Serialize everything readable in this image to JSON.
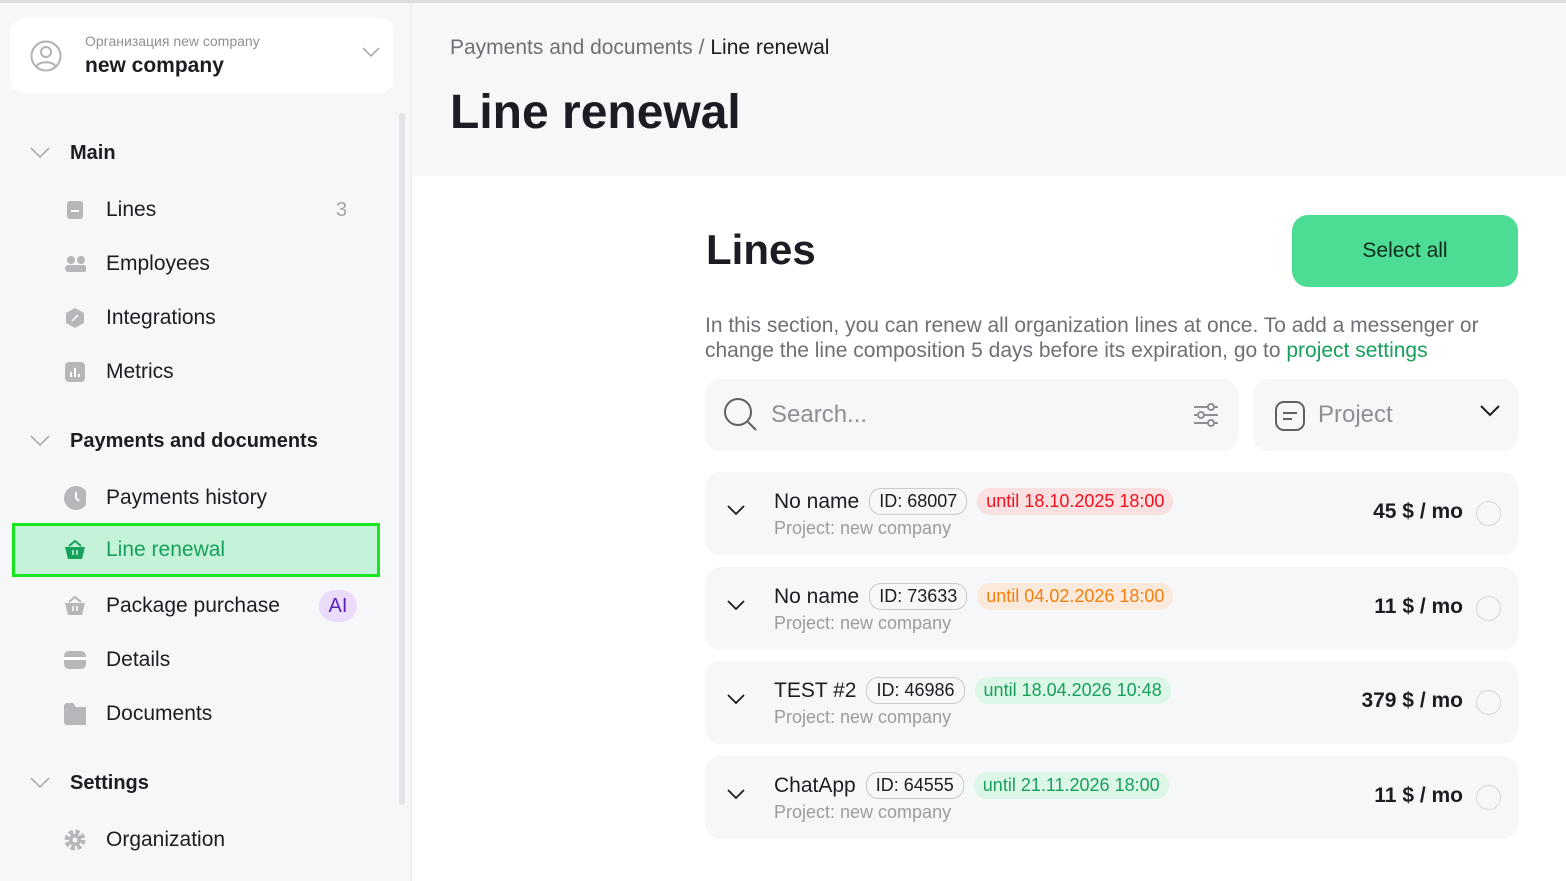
{
  "org": {
    "subtitle": "Организация new company",
    "name": "new company"
  },
  "sidebar": {
    "sections": [
      {
        "label": "Main"
      },
      {
        "label": "Payments and documents"
      },
      {
        "label": "Settings"
      }
    ],
    "items": [
      {
        "label": "Lines",
        "count": "3",
        "icon": "sim-card-icon"
      },
      {
        "label": "Employees",
        "icon": "users-icon"
      },
      {
        "label": "Integrations",
        "icon": "integration-icon"
      },
      {
        "label": "Metrics",
        "icon": "chart-icon"
      },
      {
        "label": "Payments history",
        "icon": "clock-icon"
      },
      {
        "label": "Line renewal",
        "icon": "basket-icon",
        "active": true
      },
      {
        "label": "Package purchase",
        "icon": "basket-icon",
        "badge": "AI"
      },
      {
        "label": "Details",
        "icon": "card-icon"
      },
      {
        "label": "Documents",
        "icon": "folder-icon"
      },
      {
        "label": "Organization",
        "icon": "gear-icon"
      }
    ]
  },
  "breadcrumb": {
    "parent": "Payments and documents",
    "sep": "/",
    "current": "Line renewal"
  },
  "page_title": "Line renewal",
  "lines": {
    "title": "Lines",
    "select_all": "Select all",
    "desc": "In this section, you can renew all organization lines at once. To add a messenger or change the line composition 5 days before its expiration, go to ",
    "desc_link": "project settings",
    "search_placeholder": "Search...",
    "project_filter": "Project",
    "rows": [
      {
        "name": "No name",
        "id": "ID: 68007",
        "until": "until 18.10.2025 18:00",
        "status_color": "#f0101e",
        "status_bg": "#fbe0e2",
        "project": "Project: new company",
        "price": "45 $ / mo"
      },
      {
        "name": "No name",
        "id": "ID: 73633",
        "until": "until 04.02.2026 18:00",
        "status_color": "#f57e0c",
        "status_bg": "#fbeadb",
        "project": "Project: new company",
        "price": "11 $ / mo"
      },
      {
        "name": "TEST #2",
        "id": "ID: 46986",
        "until": "until 18.04.2026 10:48",
        "status_color": "#17a05b",
        "status_bg": "#dcf7e7",
        "project": "Project: new company",
        "price": "379 $ / mo"
      },
      {
        "name": "ChatApp",
        "id": "ID: 64555",
        "until": "until 21.11.2026 18:00",
        "status_color": "#17a05b",
        "status_bg": "#dcf7e7",
        "project": "Project: new company",
        "price": "11 $ / mo"
      }
    ]
  },
  "colors": {
    "accent": "#4cdc94",
    "active_text": "#17a05b",
    "highlight_border": "#17e51d"
  }
}
